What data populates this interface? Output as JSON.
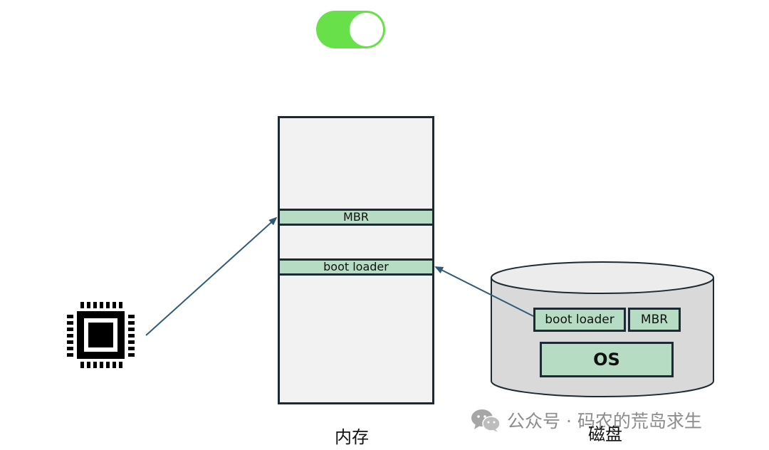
{
  "toggle": {
    "state": "on",
    "color": "#67e04a"
  },
  "memory": {
    "mbr_label": "MBR",
    "bootloader_label": "boot loader",
    "caption": "内存"
  },
  "disk": {
    "bootloader_label": "boot loader",
    "mbr_label": "MBR",
    "os_label": "OS",
    "caption": "磁盘"
  },
  "colors": {
    "stroke": "#1c2a33",
    "section_fill": "#b6dcc4",
    "memory_fill": "#f2f2f2",
    "disk_fill": "#d9d9d9",
    "arrow": "#2f5a78"
  },
  "icons": {
    "cpu": "cpu-chip-icon",
    "wechat": "wechat-icon"
  },
  "watermark": {
    "text": "公众号 · 码农的荒岛求生"
  }
}
